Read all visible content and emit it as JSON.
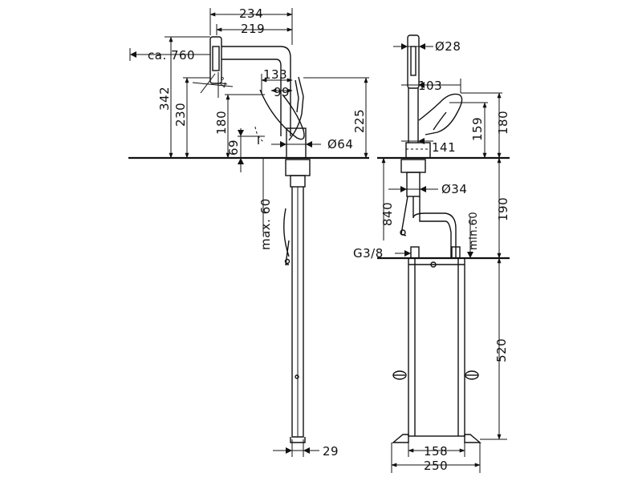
{
  "drawing": {
    "side_view": {
      "dim_234": "234",
      "dim_219": "219",
      "dim_ca760": "ca. 760",
      "dim_342": "342",
      "dim_230": "230",
      "dim_4deg": "4°",
      "dim_133": "133",
      "dim_99": "99",
      "dim_180": "180",
      "dim_225": "225",
      "dim_69": "69",
      "dim_dia64": "Ø64",
      "dim_max60": "max. 60",
      "dim_29": "29"
    },
    "front_view": {
      "dim_dia28": "Ø28",
      "dim_103": "103",
      "dim_159": "159",
      "dim_180": "180",
      "dim_141": "141",
      "dim_dia34": "Ø34",
      "dim_840": "840",
      "dim_190": "190",
      "dim_min60": "min.60",
      "dim_g38": "G3/8",
      "dim_520": "520",
      "dim_158": "158",
      "dim_250": "250"
    }
  }
}
